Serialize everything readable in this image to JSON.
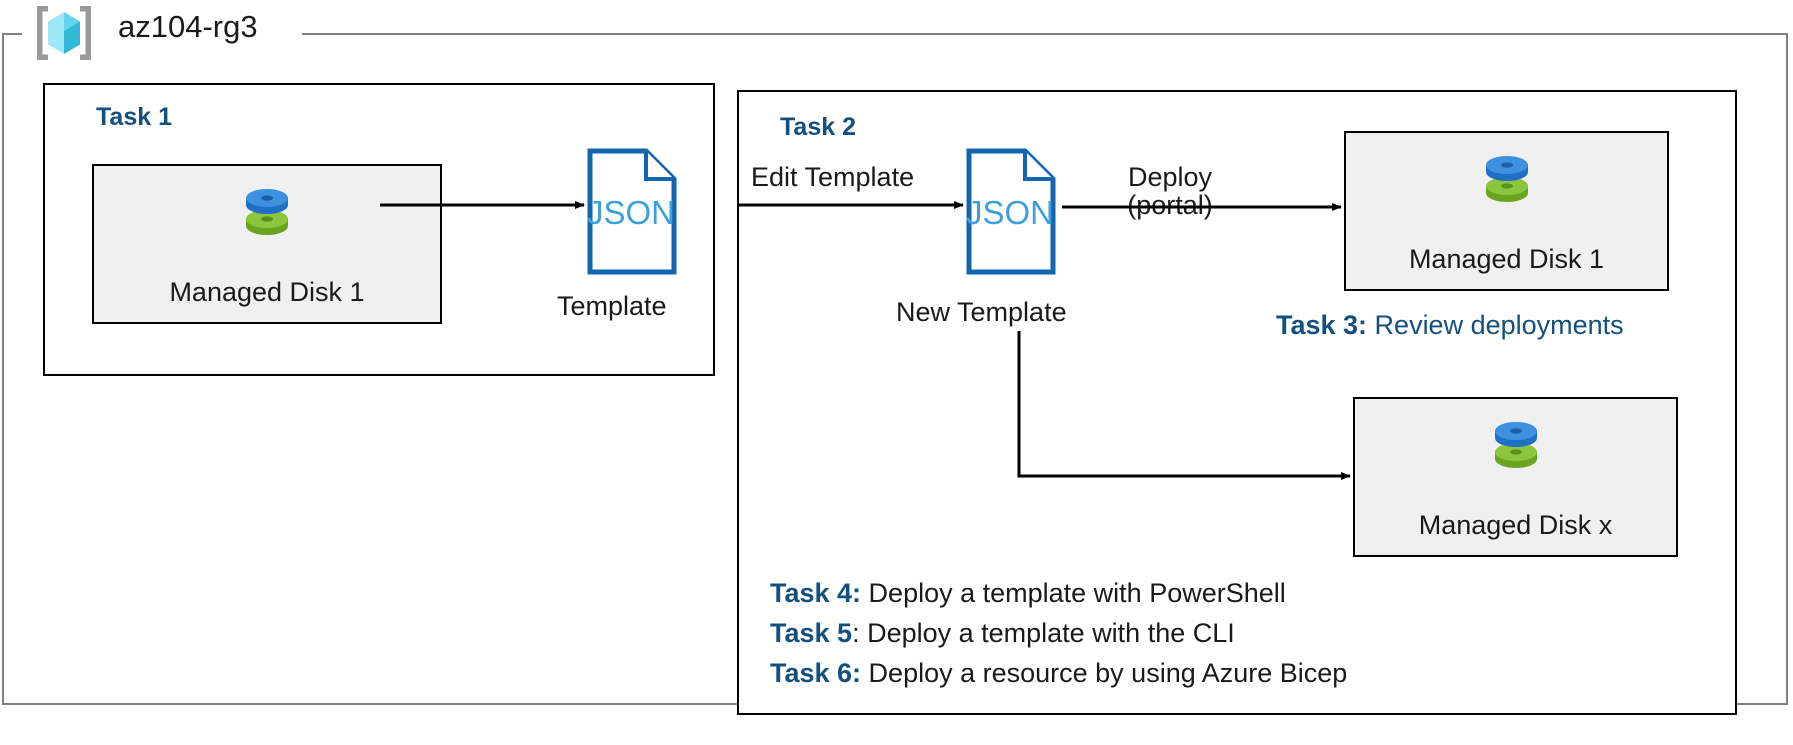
{
  "resource_group": {
    "name": "az104-rg3",
    "icon": "azure-resource-group-cube-icon"
  },
  "task1": {
    "heading": "Task 1",
    "disk": {
      "label": "Managed Disk 1",
      "icon": "managed-disk-icon"
    },
    "template": {
      "icon_text": "JSON",
      "caption": "Template"
    }
  },
  "task2": {
    "heading": "Task 2",
    "edit_label": "Edit Template",
    "new_template": {
      "icon_text": "JSON",
      "caption": "New Template"
    },
    "deploy_label_line1": "Deploy",
    "deploy_label_line2": "(portal)",
    "disk_portal": {
      "label": "Managed Disk 1",
      "icon": "managed-disk-icon"
    },
    "disk_x": {
      "label": "Managed Disk x",
      "icon": "managed-disk-icon"
    }
  },
  "task3": {
    "key": "Task 3:",
    "text": " Review deployments"
  },
  "task4": {
    "key": "Task 4:",
    "text": " Deploy a template with PowerShell"
  },
  "task5": {
    "key": "Task 5",
    "text": ": Deploy a template with the CLI"
  },
  "task6": {
    "key": "Task 6:",
    "text": " Deploy a resource by using Azure Bicep"
  },
  "colors": {
    "task_heading_blue": "#13507e",
    "json_outline_blue": "#1266b0",
    "json_text_blue": "#3f9ede",
    "box_fill_gray": "#f0f0f0",
    "frame_gray": "#808080",
    "disk_blue": "#3e91de",
    "disk_green": "#7ab828",
    "cube_cyan": "#5ad8f0"
  }
}
